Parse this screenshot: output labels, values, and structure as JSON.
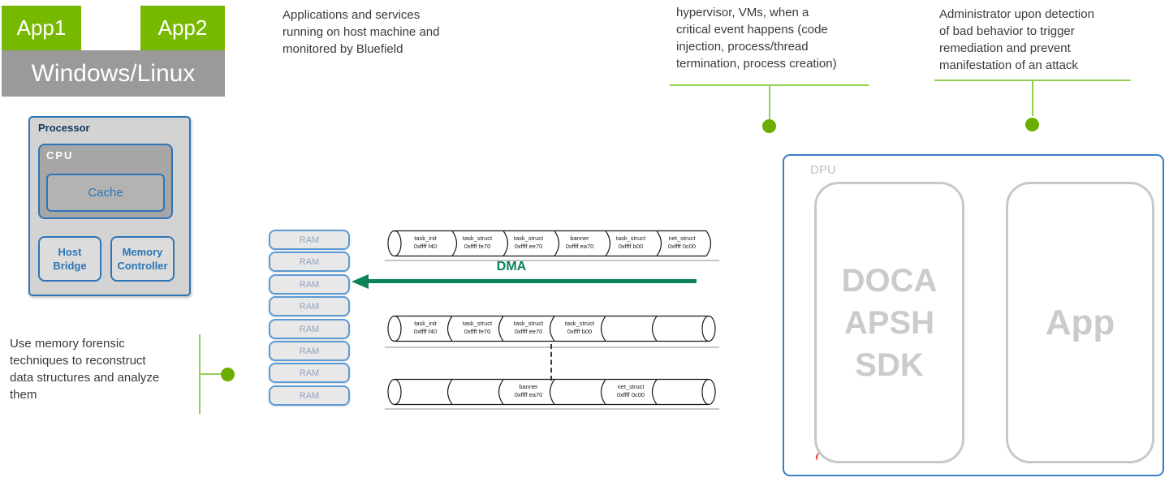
{
  "host_stack": {
    "app1": "App1",
    "app2": "App2",
    "os": "Windows/Linux"
  },
  "annotations": {
    "top_left": "Applications and services\nrunning on host machine and\nmonitored by Bluefield",
    "top_middle": "hypervisor, VMs, when a\ncritical event happens (code\ninjection, process/thread\ntermination, process creation)",
    "top_right": "Administrator upon detection\nof bad behavior to trigger\nremediation and prevent\nmanifestation of an attack",
    "left": "Use memory forensic\ntechniques to reconstruct\ndata structures and analyze\nthem"
  },
  "processor": {
    "label": "Processor",
    "cpu_label": "CPU",
    "cache_label": "Cache",
    "host_bridge_label": "Host\nBridge",
    "memory_controller_label": "Memory\nController"
  },
  "memory": {
    "ram_label": "RAM",
    "dma_label": "DMA",
    "row1": [
      {
        "name": "task_init",
        "addr": "0xffff f40"
      },
      {
        "name": "task_struct",
        "addr": "0xffff fe70"
      },
      {
        "name": "task_struct",
        "addr": "0xffff ee70"
      },
      {
        "name": "banner",
        "addr": "0xffff ea70"
      },
      {
        "name": "task_struct",
        "addr": "0xffff b00"
      },
      {
        "name": "net_struct",
        "addr": "0xffff 0c00"
      }
    ],
    "row2": [
      {
        "name": "task_init",
        "addr": "0xffff f40"
      },
      {
        "name": "task_struct",
        "addr": "0xffff fe70"
      },
      {
        "name": "task_struct",
        "addr": "0xffff ee70"
      },
      {
        "name": "task_struct",
        "addr": "0xffff b00"
      }
    ],
    "row3": [
      {
        "name": "banner",
        "addr": "0xffff ea70"
      },
      {
        "name": "net_struct",
        "addr": "0xffff 0c00"
      }
    ]
  },
  "dpu": {
    "label": "DPU",
    "sdk_label": "DOCA\nAPSH\nSDK",
    "app_label": "App"
  },
  "colors": {
    "nvidia_green": "#76B900",
    "connector_line_green": "#92D050",
    "connector_dot_green": "#6CAE00",
    "dma_green": "#0B8457",
    "os_gray": "#9A9A9A",
    "processor_border_blue": "#2E75B6",
    "ram_border_blue": "#5B9BD5",
    "dpu_border_blue": "#3A7EC6",
    "ghost_gray": "#C8C8C8"
  }
}
